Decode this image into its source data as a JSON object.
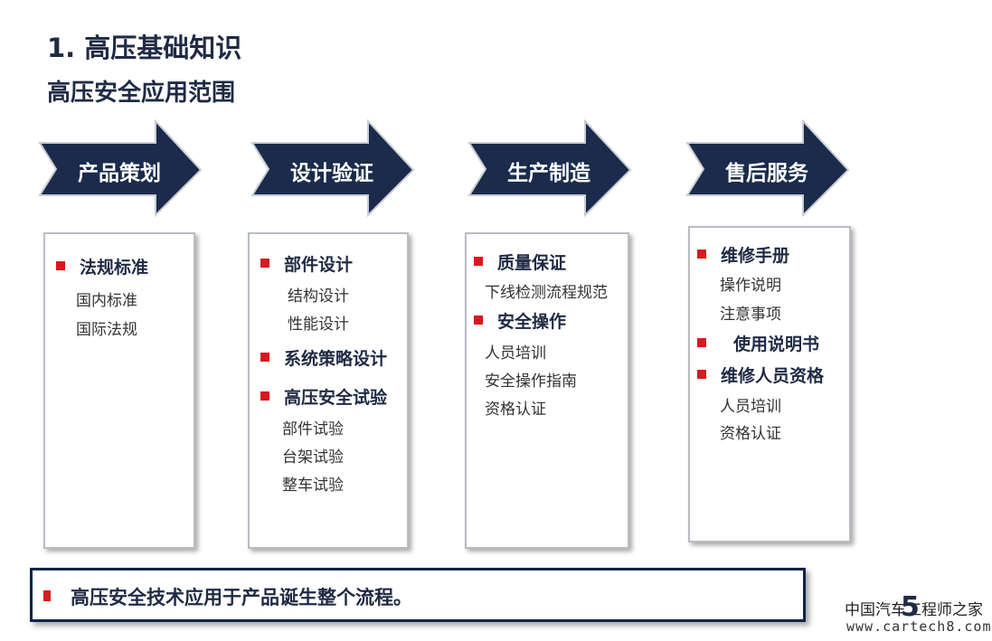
{
  "title": "1. 高压基础知识",
  "subtitle": "高压安全应用范围",
  "stages": [
    {
      "label": "产品策划",
      "groups": [
        {
          "head": "法规标准",
          "items": [
            "国内标准",
            "国际法规"
          ]
        }
      ]
    },
    {
      "label": "设计验证",
      "groups": [
        {
          "head": "部件设计",
          "items": [
            "结构设计",
            "性能设计"
          ]
        },
        {
          "head": "系统策略设计",
          "items": []
        },
        {
          "head": "高压安全试验",
          "items": [
            "部件试验",
            "台架试验",
            "整车试验"
          ]
        }
      ]
    },
    {
      "label": "生产制造",
      "groups": [
        {
          "head": "质量保证",
          "items": [
            "下线检测流程规范"
          ]
        },
        {
          "head": "安全操作",
          "items": [
            "人员培训",
            "安全操作指南",
            "资格认证"
          ]
        }
      ]
    },
    {
      "label": "售后服务",
      "groups": [
        {
          "head": "维修手册",
          "items": [
            "操作说明",
            "注意事项"
          ]
        },
        {
          "head": "使用说明书",
          "items": []
        },
        {
          "head": "维修人员资格",
          "items": [
            "人员培训",
            "资格认证"
          ]
        }
      ]
    }
  ],
  "summary": "高压安全技术应用于产品诞生整个流程。",
  "page_number": "5",
  "watermark": {
    "line1": "中国汽车工程师之家",
    "line2": "www.cartech8.com"
  },
  "colors": {
    "navy": "#1a2b4c",
    "bullet_red": "#d71920"
  }
}
